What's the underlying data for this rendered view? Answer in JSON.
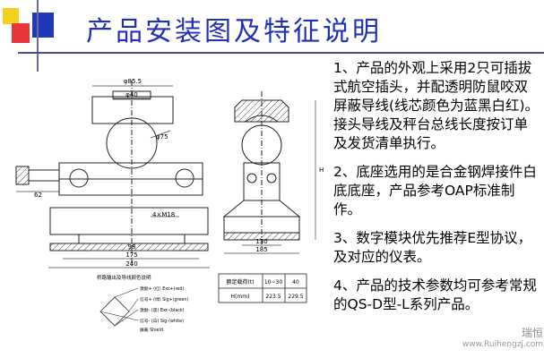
{
  "slide": {
    "title": "产品安装图及特征说明"
  },
  "drawing": {
    "front_view": {
      "dim_top_width": "φ85.5",
      "dim_pin": "φ40",
      "dim_ball": "φ75",
      "dim_left_offset": "62",
      "dim_holes": "4×M18",
      "dim_inner": "98",
      "dim_middle": "175",
      "dim_overall": "240"
    },
    "side_view": {
      "dim_base": "130",
      "dim_width": "185",
      "dim_height": "H"
    },
    "height_table": {
      "row1": [
        "额定载荷(t)",
        "10~30",
        "40"
      ],
      "row2": [
        "H(mm)",
        "223.5",
        "229.5"
      ]
    },
    "wiring": {
      "caption": "桥路输出及导线颜色说明",
      "lines": [
        "激励+ (红) Exc+(red)",
        "信号+ (绿) Sig+(green)",
        "激励- (黑) Exc-(black)",
        "信号- (白) Sig-(white)",
        "屏蔽 Shield"
      ]
    }
  },
  "notes": [
    "1、产品的外观上采用2只可插拔式航空插头，并配透明防鼠咬双屏蔽导线(线芯颜色为蓝黑白红)。接头导线及秤台总线长度按订单及发货清单执行。",
    "2、底座选用的是合金钢焊接件白底底座，产品参考OAP标准制作。",
    "3、数字模块优先推荐E型协议，及对应的仪表。",
    "4、产品的技术参数均可参考常规的QS-D型-L系列产品。"
  ],
  "watermark": {
    "brand": "瑞恒",
    "url": "www.Ruihengzj.com"
  }
}
